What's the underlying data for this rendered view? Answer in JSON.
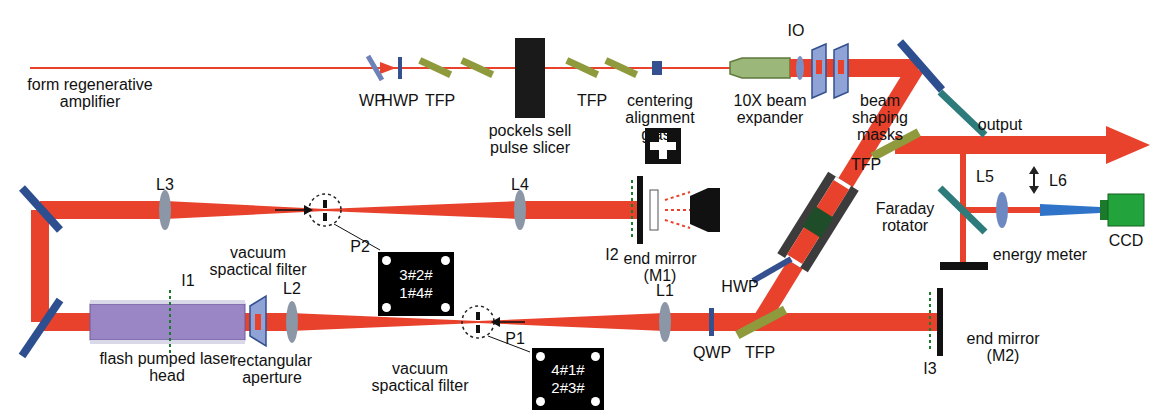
{
  "diagram": {
    "nodes": [
      {
        "text": [
          "3#2#",
          "1#4#"
        ]
      },
      {
        "text": [
          "4#1#",
          "2#3#"
        ]
      }
    ],
    "labels": [
      "form regenerative amplifier",
      "WP",
      "HWP",
      "TFP",
      "pockels sell pulse slicer",
      "TFP",
      "centering alignment glass",
      "10X beam expander",
      "IO",
      "beam shaping masks",
      "output",
      "TFP",
      "Faraday rotator",
      "HWP",
      "TFP",
      "end mirror (M2)",
      "I3",
      "energy meter",
      "L5",
      "L6",
      "CCD",
      "L3",
      "vacuum spactical filter",
      "P2",
      "L4",
      "I2",
      "end mirror (M1)",
      "I1",
      "flash pumped laser head",
      "rectangular aperture",
      "L2",
      "vacuum spactical filter",
      "P1",
      "L1",
      "QWP"
    ]
  }
}
